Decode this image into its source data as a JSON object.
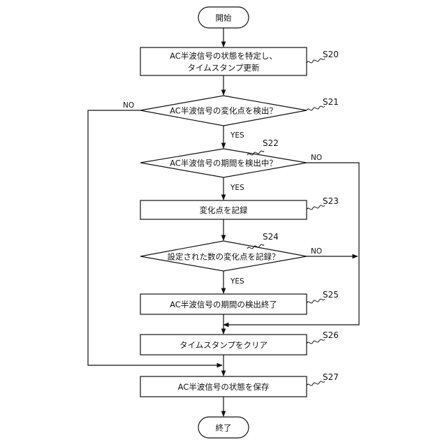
{
  "nodes": {
    "start": "開始",
    "s20_line1": "AC半波信号の状態を特定し、",
    "s20_line2": "タイムスタンプ更新",
    "s21": "AC半波信号の変化点を検出？",
    "s22": "AC半波信号の期間を検出中？",
    "s23": "変化点を記録",
    "s24": "設定された数の変化点を記録？",
    "s25": "AC半波信号の期間の検出終了",
    "s26": "タイムスタンプをクリア",
    "s27": "AC半波信号の状態を保存",
    "end": "終了"
  },
  "steps": {
    "s20": "S20",
    "s21": "S21",
    "s22": "S22",
    "s23": "S23",
    "s24": "S24",
    "s25": "S25",
    "s26": "S26",
    "s27": "S27"
  },
  "edges": {
    "s21_no": "NO",
    "s21_yes": "YES",
    "s22_no": "NO",
    "s22_yes": "YES",
    "s24_no": "NO",
    "s24_yes": "YES"
  }
}
